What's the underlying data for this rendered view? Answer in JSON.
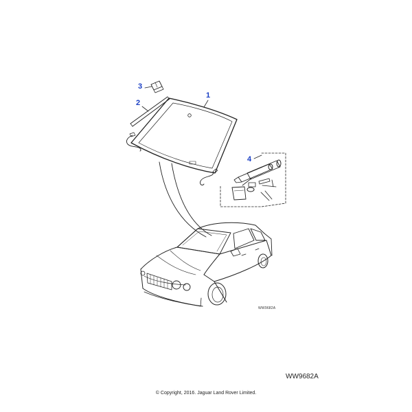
{
  "callouts": {
    "c1": "1",
    "c2": "2",
    "c3": "3",
    "c4": "4"
  },
  "drawing_code_small": "WW9682A",
  "drawing_code": "WW9682A",
  "copyright": "© Copyright, 2016. Jaguar Land Rover Limited.",
  "colors": {
    "callout": "#1a3fc4",
    "line": "#222222"
  }
}
